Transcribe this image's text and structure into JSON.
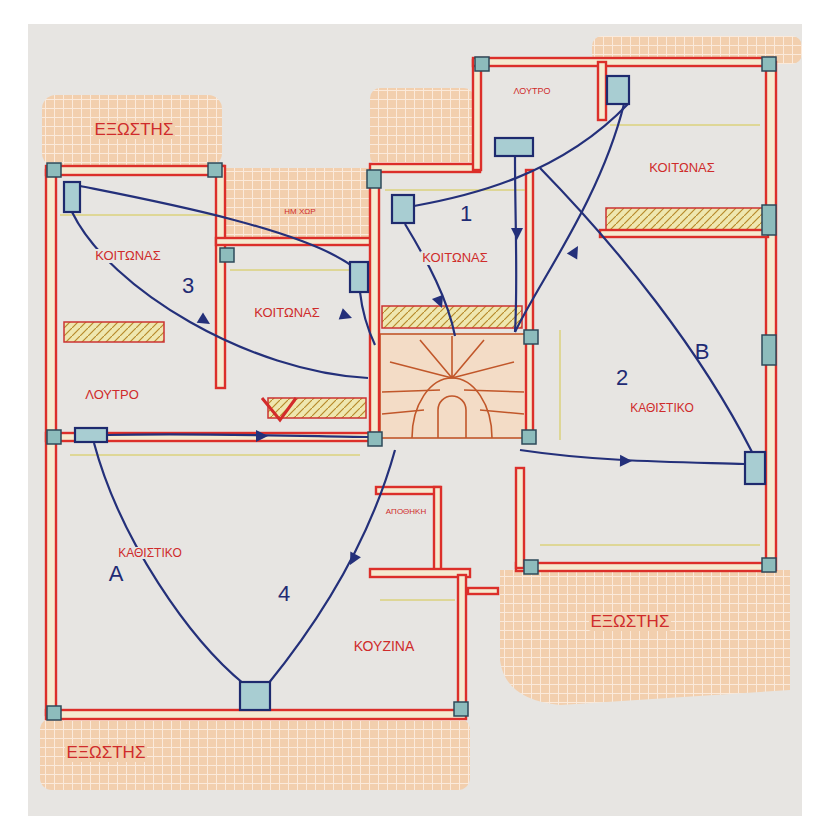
{
  "diagram": {
    "labels": [
      "ΕΞΩΣΤΗΣ",
      "ΛΟΥΤΡΟ",
      "ΚΟΙΤΩΝΑΣ",
      "ΗΜ ΧΩΡ",
      "ΚΟΙΤΩΝΑΣ",
      "3",
      "ΚΟΙΤΩΝΑΣ",
      "1",
      "ΚΟΙΤΩΝΑΣ",
      "ΛΟΥΤΡΟ",
      "2",
      "ΚΑΘΙΣΤΙΚΟ",
      "B",
      "ΚΑΘΙΣΤΙΚΟ",
      "A",
      "4",
      "ΑΠΟΘΗΚΗ",
      "ΚΟΥΖΙΝΑ",
      "ΕΞΩΣΤΗΣ",
      "ΕΞΩΣΤΗΣ"
    ]
  }
}
